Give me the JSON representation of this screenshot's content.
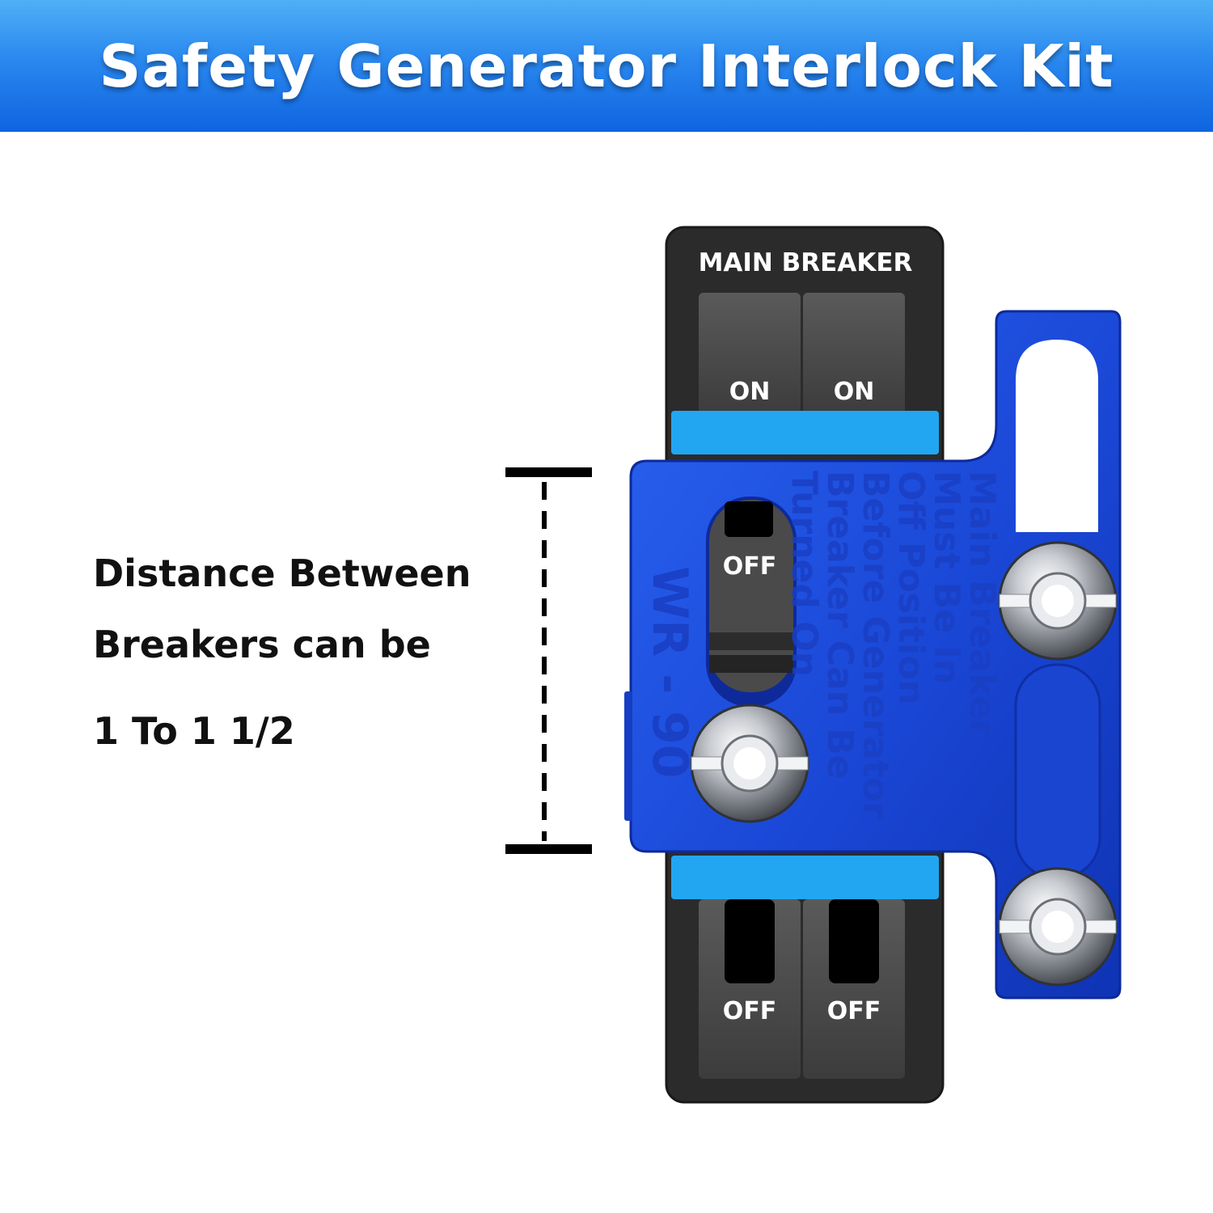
{
  "header": {
    "title": "Safety Generator Interlock Kit"
  },
  "description": {
    "line1": "Distance Between",
    "line2": "Breakers can be",
    "line3": "1 To 1 1/2"
  },
  "panel": {
    "main_breaker_label": "MAIN BREAKER",
    "top_left_state": "ON",
    "top_right_state": "ON",
    "middle_state": "OFF",
    "bottom_left_state": "OFF",
    "bottom_right_state": "OFF"
  },
  "plate": {
    "model": "WR - 90",
    "engraving": [
      "Main Breaker",
      "Must Be In",
      "Off Position",
      "Before Generator",
      "Breaker Can Be",
      "Turned On"
    ]
  },
  "colors": {
    "banner": "#1f7ae8",
    "plate": "#1849d8",
    "accent_bar": "#22a6f2",
    "panel": "#2b2b2b"
  }
}
